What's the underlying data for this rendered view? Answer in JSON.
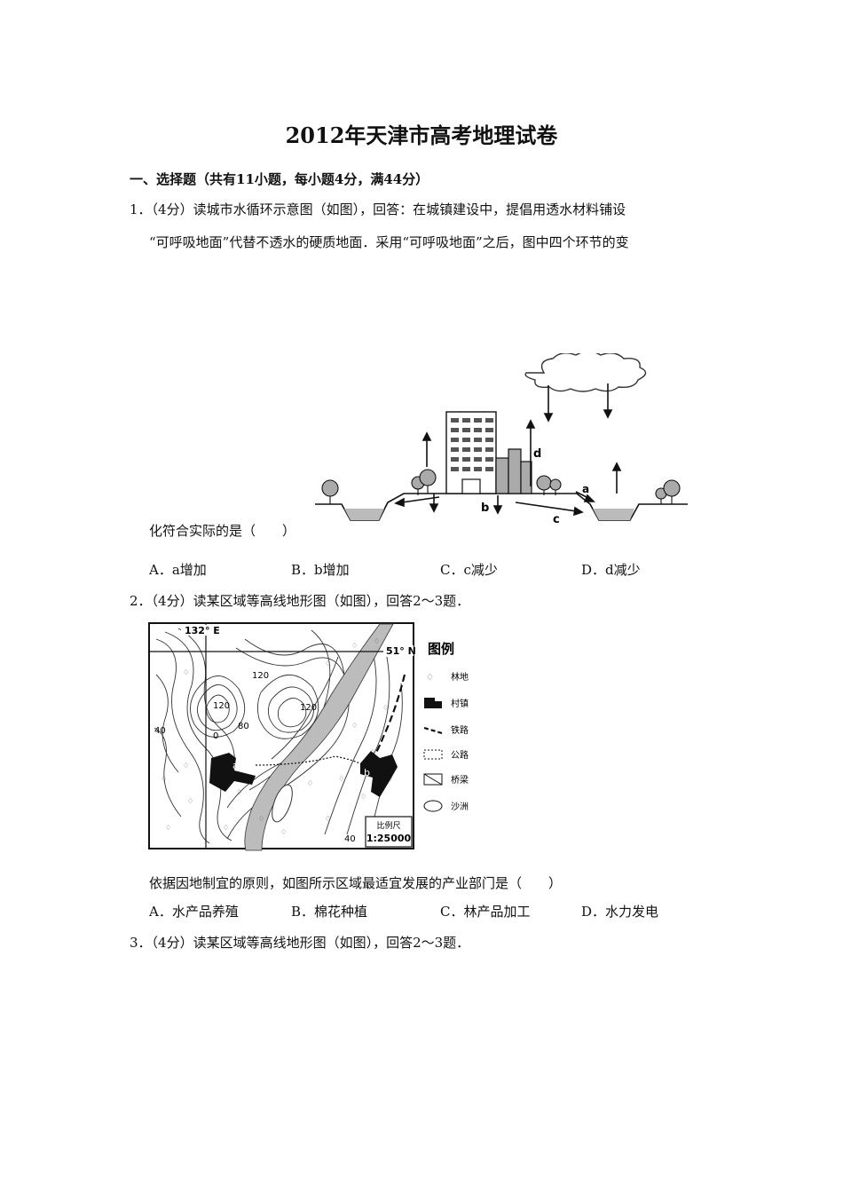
{
  "doc": {
    "title": "2012年天津市高考地理试卷",
    "section1": "一、选择题（共有11小题，每小题4分，满44分）"
  },
  "q1": {
    "line1": "1．（4分）读城市水循环示意图（如图），回答：在城镇建设中，提倡用透水材料铺设",
    "line2": "“可呼吸地面”代替不透水的硬质地面．采用“可呼吸地面”之后，图中四个环节的变",
    "line3": "化符合实际的是（　　）",
    "figure_labels": {
      "a": "a",
      "b": "b",
      "c": "c",
      "d": "d"
    },
    "options": [
      "A．a增加",
      "B．b增加",
      "C．c减少",
      "D．d减少"
    ]
  },
  "q2": {
    "stem": "2．（4分）读某区域等高线地形图（如图），回答2～3题．",
    "question": "依据因地制宜的原则，如图所示区域最适宜发展的产业部门是（　　）",
    "options": [
      "A．水产品养殖",
      "B．棉花种植",
      "C．林产品加工",
      "D．水力发电"
    ],
    "map": {
      "lon_label": "132° E",
      "lat_label": "51° N",
      "contours": [
        "120",
        "120",
        "120",
        "80",
        "40",
        "0",
        "40"
      ],
      "points": [
        "a",
        "b"
      ],
      "scale_title": "比例尺",
      "scale_value": "1:25000",
      "legend_title": "图例",
      "legend_items": [
        "林地",
        "村镇",
        "铁路",
        "公路",
        "桥梁",
        "沙洲"
      ]
    }
  },
  "q3": {
    "stem": "3．（4分）读某区域等高线地形图（如图），回答2～3题．"
  }
}
